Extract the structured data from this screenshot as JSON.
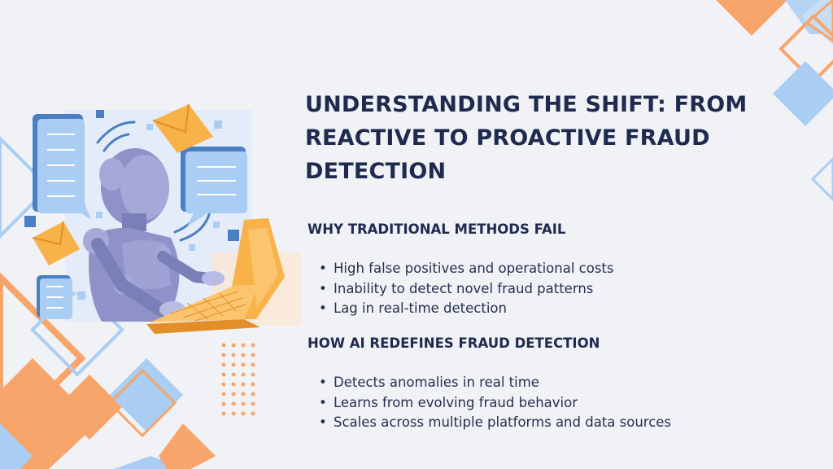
{
  "slide": {
    "title": "UNDERSTANDING THE SHIFT: FROM REACTIVE TO PROACTIVE FRAUD DETECTION",
    "sections": [
      {
        "heading": "WHY TRADITIONAL METHODS FAIL",
        "bullets": [
          "High false positives and operational costs",
          "Inability to detect novel fraud patterns",
          "Lag in real-time detection"
        ]
      },
      {
        "heading": "HOW AI REDEFINES FRAUD DETECTION",
        "bullets": [
          "Detects anomalies in real time",
          "Learns from evolving fraud behavior",
          "Scales across multiple platforms and data sources"
        ]
      }
    ]
  },
  "illustration": {
    "icons": [
      "robot-icon",
      "laptop-icon",
      "chat-bubble-icon",
      "envelope-icon"
    ]
  },
  "colors": {
    "background": "#f1f2f6",
    "title": "#1f2a4f",
    "accent_orange": "#f8a56b",
    "accent_blue": "#a9cdf3",
    "robot": "#8e92c8"
  }
}
